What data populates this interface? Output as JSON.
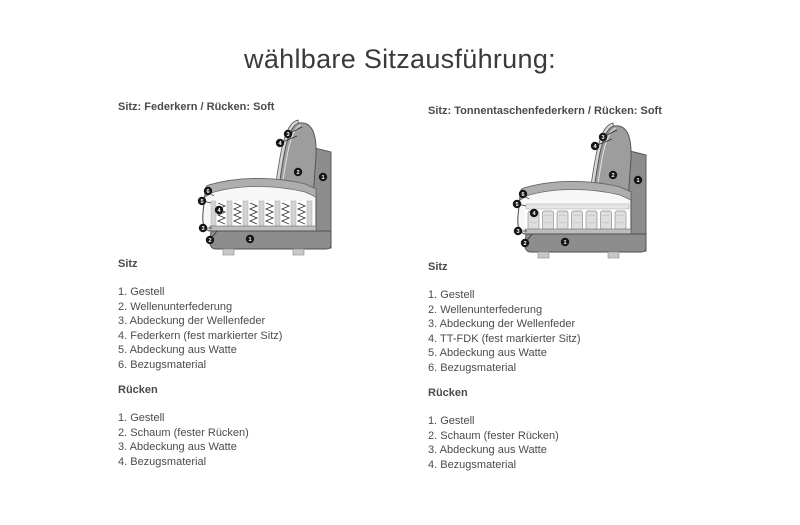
{
  "title": "wählbare Sitzausführung:",
  "columns": [
    {
      "header": "Sitz: Federkern / Rücken: Soft",
      "spring_type": "zigzag",
      "sitz_heading": "Sitz",
      "sitz_items": [
        "1. Gestell",
        "2. Wellenunterfederung",
        "3. Abdeckung der Wellenfeder",
        "4. Federkern (fest markierter Sitz)",
        "5. Abdeckung aus Watte",
        "6. Bezugsmaterial"
      ],
      "ruecken_heading": "Rücken",
      "ruecken_items": [
        "1. Gestell",
        "2. Schaum (fester Rücken)",
        "3. Abdeckung aus Watte",
        "4. Bezugsmaterial"
      ]
    },
    {
      "header": "Sitz: Tonnentaschenfederkern / Rücken: Soft",
      "spring_type": "pocket",
      "sitz_heading": "Sitz",
      "sitz_items": [
        "1. Gestell",
        "2. Wellenunterfederung",
        "3. Abdeckung der Wellenfeder",
        "4. TT-FDK (fest markierter Sitz)",
        "5. Abdeckung aus Watte",
        "6. Bezugsmaterial"
      ],
      "ruecken_heading": "Rücken",
      "ruecken_items": [
        "1. Gestell",
        "2. Schaum (fester Rücken)",
        "3. Abdeckung aus Watte",
        "4. Bezugsmaterial"
      ]
    }
  ],
  "diagram_markers": {
    "back_cover": "3",
    "back_wadding": "4",
    "back_foam": "2",
    "back_frame": "1",
    "seat_fabric": "6",
    "seat_wadding": "5",
    "seat_core": "4",
    "seat_cover": "3",
    "seat_underspring": "2",
    "base_frame": "1"
  },
  "colors": {
    "background": "#ffffff",
    "title_text": "#3a3a3a",
    "body_text": "#4b4b4b",
    "sofa_foam": "#9d9d9d",
    "sofa_panel": "#8d8d8d",
    "sofa_rim": "#6b6b6b",
    "sofa_band": "#aeaeae",
    "spring_area": "#f7f7f7",
    "marker": "#161616"
  }
}
